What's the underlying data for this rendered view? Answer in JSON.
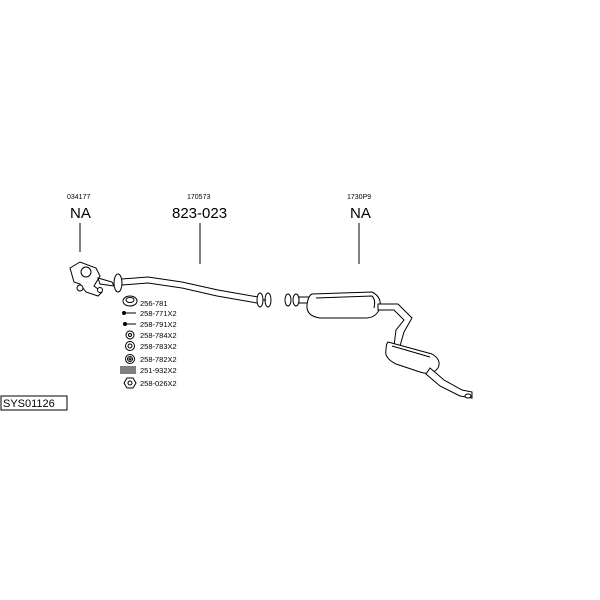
{
  "sections": [
    {
      "id": "front",
      "code": "034177",
      "ref": "NA"
    },
    {
      "id": "middle",
      "code": "170573",
      "ref": "823-023"
    },
    {
      "id": "rear",
      "code": "1730P9",
      "ref": "NA"
    }
  ],
  "parts": [
    {
      "label": "256-781",
      "icon": "gasket-ring-icon"
    },
    {
      "label": "258-771X2",
      "icon": "bolt-icon"
    },
    {
      "label": "258-791X2",
      "icon": "stud-icon"
    },
    {
      "label": "258-784X2",
      "icon": "washer-icon"
    },
    {
      "label": "258-783X2",
      "icon": "nut-icon"
    },
    {
      "label": "258-782X2",
      "icon": "lock-nut-icon"
    },
    {
      "label": "251-932X2",
      "icon": "spring-icon"
    },
    {
      "label": "258-026X2",
      "icon": "hex-nut-icon"
    }
  ],
  "system_code": "SYS01126",
  "colors": {
    "line": "#000000",
    "background": "#ffffff"
  }
}
